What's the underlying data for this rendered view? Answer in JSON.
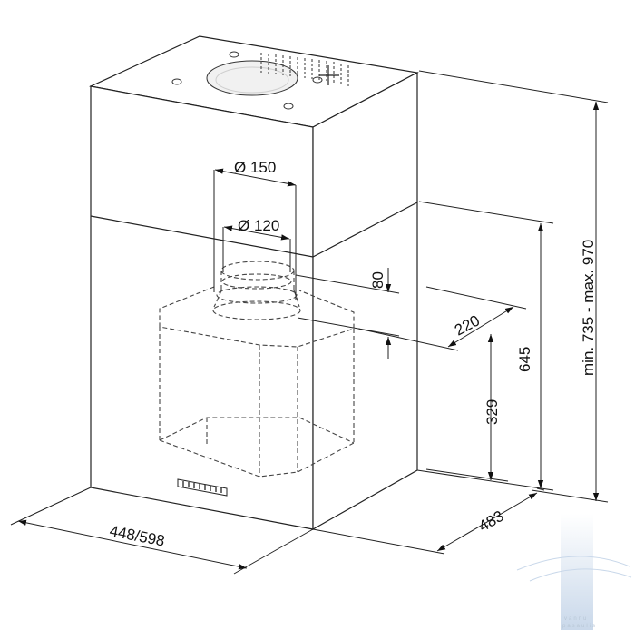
{
  "dimensions": {
    "outer_duct_diameter": "Ø 150",
    "inner_duct_diameter": "Ø 120",
    "duct_offset": "80",
    "outlet_depth": "220",
    "hood_height": "329",
    "lower_body_height": "645",
    "total_height": "min. 735 - max. 970",
    "width": "448/598",
    "depth": "483"
  },
  "watermark": {
    "line1": "vannu",
    "line2": "pasaulis"
  },
  "colors": {
    "line": "#222222",
    "dashed": "#444444",
    "watermark": "#c9d8ea"
  }
}
